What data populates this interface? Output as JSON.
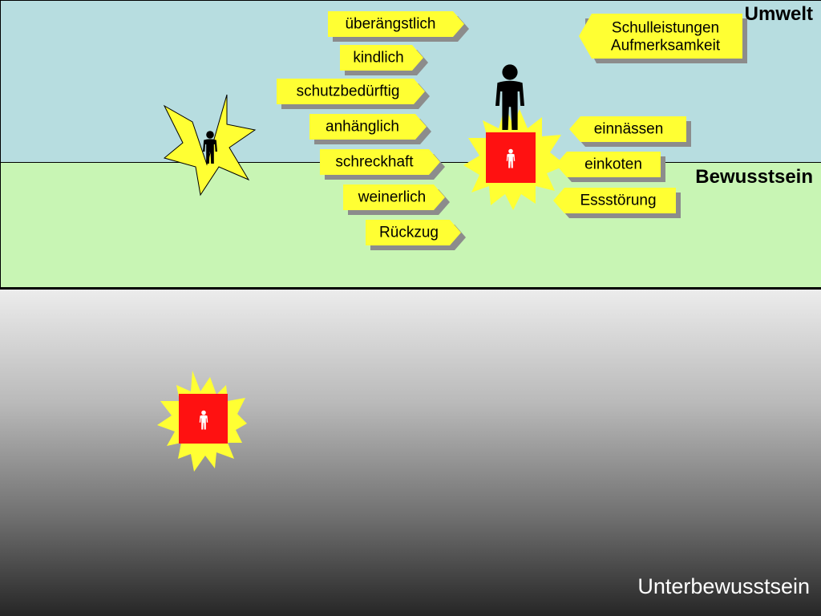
{
  "zones": {
    "environment": "Umwelt",
    "consciousness": "Bewusstsein",
    "subconscious": "Unterbewusstsein"
  },
  "traits": [
    "überängstlich",
    "kindlich",
    "schutzbedürftig",
    "anhänglich",
    "schreckhaft",
    "weinerlich",
    "Rückzug"
  ],
  "school_note": [
    "Schulleistungen",
    "Aufmerksamkeit"
  ],
  "symptoms": [
    "einnässen",
    "einkoten",
    "Essstörung"
  ],
  "icons": {
    "person": "person-icon",
    "starburst": "starburst-icon"
  },
  "colors": {
    "environment_bg": "#b7dde0",
    "consciousness_bg": "#c8f5b4",
    "tag_fill": "#ffff33",
    "tag_shadow": "#8c8c8c",
    "starburst": "#ffff33",
    "trauma_box": "#ff1111"
  }
}
